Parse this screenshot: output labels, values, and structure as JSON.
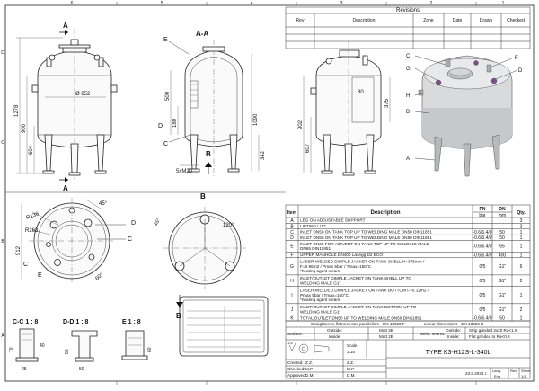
{
  "sheet": {
    "zones_top": [
      "6",
      "5",
      "4",
      "3",
      "2",
      "1"
    ],
    "zones_side": [
      "D",
      "C",
      "B",
      "A"
    ]
  },
  "revisions": {
    "title": "Revisions",
    "columns": [
      "Rev",
      "Description",
      "Zone",
      "Date",
      "Drawn",
      "Checked"
    ]
  },
  "front_view": {
    "section_label": "A",
    "dims": [
      "1278",
      "900",
      "604",
      "Ø 852"
    ]
  },
  "section_aa": {
    "title": "A-A",
    "section_label": "B",
    "callouts": [
      "E",
      "D",
      "C"
    ],
    "dims": [
      "500",
      "180",
      "1090",
      "342",
      "5xM20"
    ]
  },
  "side_view": {
    "dims": [
      "902",
      "607",
      "375",
      "80"
    ]
  },
  "isometric": {
    "callouts": [
      "C",
      "G",
      "H",
      "B",
      "A",
      "F",
      "D"
    ]
  },
  "top_view": {
    "dims": [
      "R136",
      "R263",
      "45°",
      "60°",
      "912"
    ],
    "callouts": [
      "C",
      "E",
      "D",
      "C"
    ]
  },
  "section_b": {
    "title": "B",
    "dims": [
      "45°",
      "120°"
    ]
  },
  "details": [
    {
      "title": "C-C 1 : 8",
      "dims": [
        "70",
        "40",
        "25"
      ]
    },
    {
      "title": "D-D 1 : 8",
      "dims": [
        "85",
        "50"
      ]
    },
    {
      "title": "E 1 : 8",
      "dims": [
        "60"
      ]
    }
  ],
  "parts_table": {
    "columns": [
      "Item",
      "Description",
      "PN",
      "DN",
      "Qty."
    ],
    "units": [
      "bar",
      "mm"
    ],
    "rows": [
      {
        "item": "A",
        "description": [
          "LEG ON ADJUSTABLE SUPPORT"
        ],
        "pn": "",
        "dn": "",
        "qty": "3"
      },
      {
        "item": "B",
        "description": [
          "LIFTING LUG"
        ],
        "pn": "",
        "dn": "",
        "qty": "3"
      },
      {
        "item": "C",
        "description": [
          "INLET DN50 ON TANK TOP UP TO WELDING MALE DN50 DIN11851"
        ],
        "pn": "-0.6/6.4/9",
        "dn": "50",
        "qty": "1"
      },
      {
        "item": "D",
        "description": [
          "INLET DN50 ON TANK TOP UP TO WELDING MALE DN50 DIN11851"
        ],
        "pn": "-0.6/6.4/9",
        "dn": "50",
        "qty": "1"
      },
      {
        "item": "E",
        "description": [
          "INLET DN65 FOR AIRVENT ON TANK TOP UP TO WELDING MALE",
          "DN65 DIN11851"
        ],
        "pn": "-0.6/6.4/9",
        "dn": "65",
        "qty": "1"
      },
      {
        "item": "F",
        "description": [
          "UPPER MANHOLE DN400 Lasegg D2 ECO"
        ],
        "pn": "-0.6/6.4/9",
        "dn": "400",
        "qty": "1"
      },
      {
        "item": "G",
        "description": [
          "LASER-WELDED DIMPLE JACKET ON TANK SHELL H=375mm /",
          "F=0.96m2 / Pmax 5bar / Tmax=150°C",
          "*heating agent steam"
        ],
        "pn": "0/5",
        "dn": "G1\"",
        "qty": "6"
      },
      {
        "item": "H",
        "description": [
          "INLET/OUTLET DIMPLE JACKET ON TANK SHELL UP TO",
          "WELDING MALE G1\""
        ],
        "pn": "0/5",
        "dn": "G1\"",
        "qty": "2"
      },
      {
        "item": "I",
        "description": [
          "LASER-WELDED DIMPLE JACKET ON TANK BOTTOM F=0.12m2 /",
          "Pmax 5bar / Tmax=150°C",
          "*heating agent steam"
        ],
        "pn": "0/5",
        "dn": "G1\"",
        "qty": "1"
      },
      {
        "item": "J",
        "description": [
          "INLET/OUTLET DIMPLE JACKET ON TANK BOTTOM UP TO",
          "WELDING MALE G1\""
        ],
        "pn": "0/5",
        "dn": "G1\"",
        "qty": "2"
      },
      {
        "item": "K",
        "description": [
          "TOTAL OUTLET DN50 UP TO WELDING MALE DN50 DIN11851"
        ],
        "pn": "-0.6/6.4/9",
        "dn": "50",
        "qty": "1"
      }
    ]
  },
  "title_block": {
    "finish_note": "Straightness, flatness and parallelism - EN 13920 F",
    "tolerance_note": "Linear dimensions - EN 13920 B",
    "surface_label": "Surface:",
    "outside_label": "Outside:",
    "inside_label": "Inside:",
    "outside_value": "Matt 2B",
    "inside_value": "Matt 2B",
    "weld_seams_label": "Weld. seams:",
    "weld_outside_label": "Outside:",
    "weld_inside_label": "Inside:",
    "weld_outside_value": "Strip grinded 2x20 Ra<1.6",
    "weld_inside_value": "Flat grinded to Ra<0.8",
    "roughness": "1.6",
    "scale_label": "Scale",
    "scale_value": "1:15",
    "created_label": "Created:",
    "created_value": "Z.Z.",
    "checked_label": "Checked:",
    "checked_value": "M.P.",
    "approved_label": "Approved:",
    "approved_value": "D.M.",
    "designer": "Z.Z.",
    "checker": "M.P.",
    "approver": "D.M.",
    "drawing_title": "TYPE K3-H12S-L-340L",
    "date": "23.8.2021 г.",
    "language_label": "Lang.",
    "language_value": "Eng",
    "rev_label": "Rev",
    "sheet_label": "Sheet",
    "sheet_value": "1/1"
  }
}
